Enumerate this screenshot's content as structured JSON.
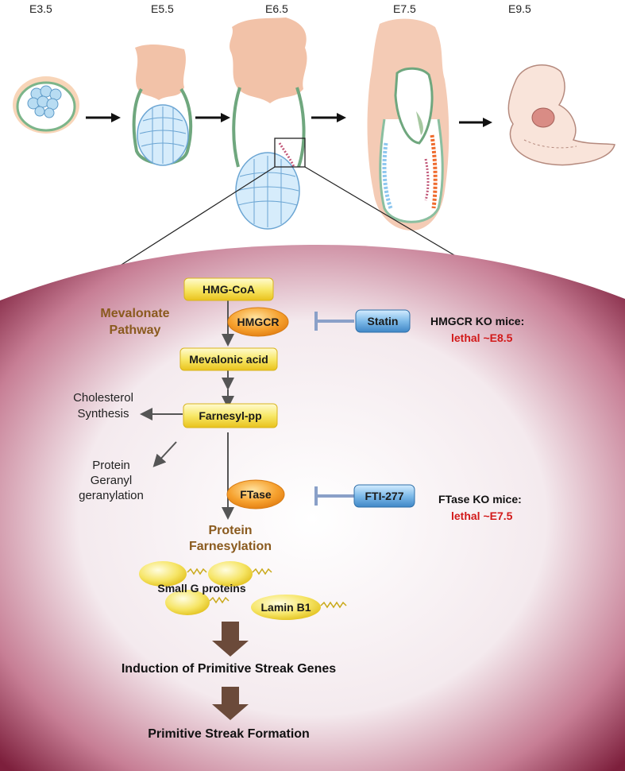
{
  "stages": {
    "e35": "E3.5",
    "e55": "E5.5",
    "e65": "E6.5",
    "e75": "E7.5",
    "e95": "E9.5"
  },
  "pathway": {
    "title_line1": "Mevalonate",
    "title_line2": "Pathway",
    "hmg_coa": "HMG-CoA",
    "hmgcr": "HMGCR",
    "mevalonic_acid": "Mevalonic acid",
    "farnesyl_pp": "Farnesyl-pp",
    "ftase": "FTase",
    "cholesterol_line1": "Cholesterol",
    "cholesterol_line2": "Synthesis",
    "protein_line1": "Protein",
    "protein_line2": "Geranyl",
    "protein_line3": "geranylation",
    "farnesylation_line1": "Protein",
    "farnesylation_line2": "Farnesylation",
    "small_g": "Small G proteins",
    "lamin": "Lamin B1"
  },
  "inhibitors": {
    "statin": "Statin",
    "fti": "FTI-277"
  },
  "knockouts": {
    "hmgcr_label": "HMGCR KO mice:",
    "hmgcr_lethal": "lethal ~E8.5",
    "ftase_label": "FTase KO mice:",
    "ftase_lethal": "lethal ~E7.5"
  },
  "outcomes": {
    "induction": "Induction of Primitive Streak Genes",
    "formation": "Primitive Streak Formation"
  },
  "colors": {
    "yellow_box": "#f6e35a",
    "orange_oval": "#f3a12a",
    "blue_box": "#5ba3dd",
    "brown_arrow": "#6b4a3a",
    "lethal_red": "#d21a1a",
    "dome_edge": "#8c2f47"
  }
}
